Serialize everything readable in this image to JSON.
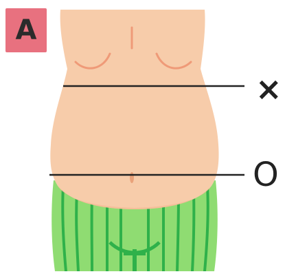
{
  "panel": {
    "label": "A"
  },
  "lines": [
    {
      "symbol": "×",
      "meaning": "incorrect"
    },
    {
      "symbol": "O",
      "meaning": "correct"
    }
  ],
  "colors": {
    "skin": "#f7ccaa",
    "skin_shadow": "#f3b48e",
    "navel": "#e9a27a",
    "chest_curve": "#ef9a78",
    "pants": "#8fdc72",
    "pants_stripe": "#2fb14a",
    "badge": "#e8717f",
    "line": "#222222"
  }
}
